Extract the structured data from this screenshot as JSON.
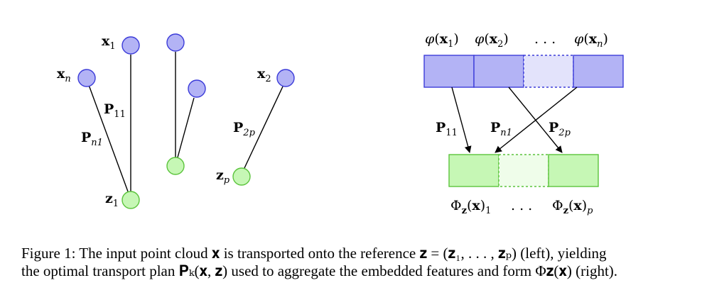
{
  "left": {
    "x1": "x",
    "x1_sub": "1",
    "xn": "x",
    "xn_sub": "n",
    "x2": "x",
    "x2_sub": "2",
    "P11": "P",
    "P11_sub": "11",
    "Pn1": "P",
    "Pn1_sub": "n1",
    "P2p": "P",
    "P2p_sub": "2p",
    "z1": "z",
    "z1_sub": "1",
    "zp": "z",
    "zp_sub": "p"
  },
  "right": {
    "phi": "φ",
    "phi1_arg": "x",
    "phi1_sub": "1",
    "phi2_arg": "x",
    "phi2_sub": "2",
    "phin_arg": "x",
    "phin_sub": "n",
    "dots": ". . .",
    "P11": "P",
    "P11_sub": "11",
    "Pn1": "P",
    "Pn1_sub": "n1",
    "P2p": "P",
    "P2p_sub": "2p",
    "Phi": "Φ",
    "Phi_z": "z",
    "Phi_arg": "x",
    "Phi1_sub": "1",
    "Phip_sub": "p",
    "bottom_dots": ". . ."
  },
  "colors": {
    "blue_fill": "#b3b3f5",
    "blue_stroke": "#3c3cd9",
    "blue_light": "#e3e3fb",
    "green_fill": "#c6f7b5",
    "green_stroke": "#5cc43d",
    "green_light": "#effdea"
  },
  "caption": {
    "line1": "Figure 1: The input point cloud 𝐱 is transported onto the reference 𝐳 = (𝐳₁, . . . , 𝐳ₚ) (left), yielding",
    "line2": "the optimal transport plan 𝐏ₖ(𝐱, 𝐳) used to aggregate the embedded features and form Φ𝐳(𝐱) (right)."
  }
}
